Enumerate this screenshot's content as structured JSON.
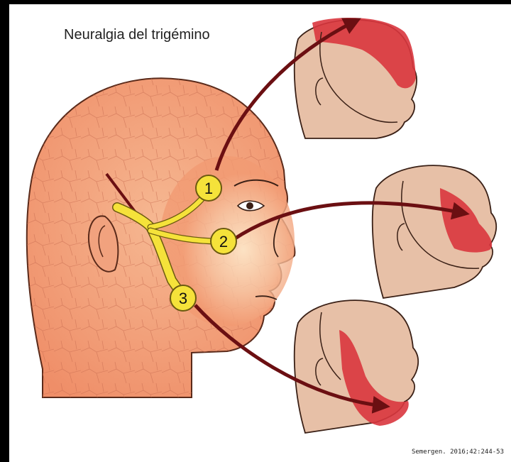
{
  "title": "Neuralgia del trigémino",
  "citation": "Semergen. 2016;42:244-53",
  "branches": [
    {
      "number": "1",
      "label": "1"
    },
    {
      "number": "2",
      "label": "2"
    },
    {
      "number": "3",
      "label": "3"
    }
  ],
  "colors": {
    "background": "#ffffff",
    "frame": "#000000",
    "skin_main": "#f2a07a",
    "skin_thumb": "#e7c0a7",
    "nerve_yellow": "#f5e23a",
    "highlight_red": "#d9363e",
    "arrow": "#6b0f12"
  }
}
